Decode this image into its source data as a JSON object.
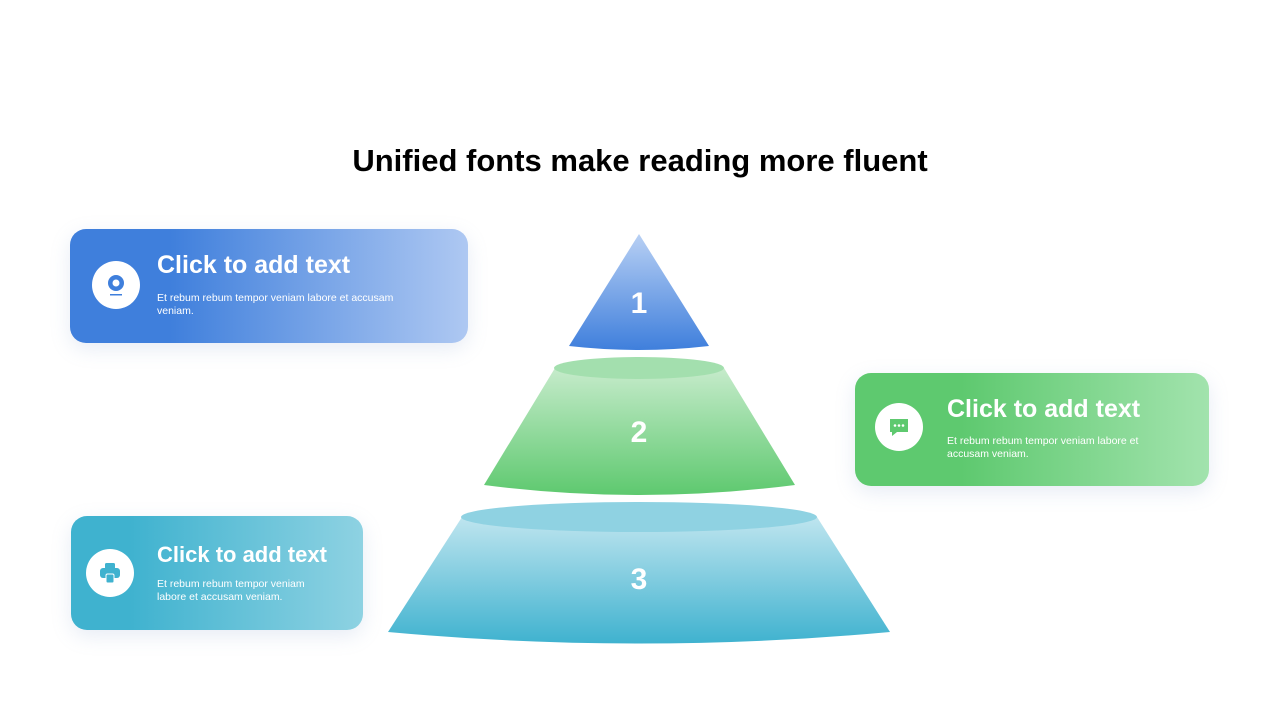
{
  "title": "Unified fonts make reading more fluent",
  "cards": [
    {
      "heading": "Click to add text",
      "body": "Et rebum rebum tempor veniam labore et accusam veniam.",
      "icon": "webcam-icon",
      "color": "#3f7fdc"
    },
    {
      "heading": "Click to add text",
      "body": "Et rebum rebum tempor veniam labore et accusam veniam.",
      "icon": "chat-icon",
      "color": "#5ec96f"
    },
    {
      "heading": "Click to add text",
      "body": "Et rebum rebum tempor veniam labore et accusam veniam.",
      "icon": "printer-icon",
      "color": "#3fb2cf"
    }
  ],
  "pyramid": {
    "levels": [
      "1",
      "2",
      "3"
    ]
  }
}
